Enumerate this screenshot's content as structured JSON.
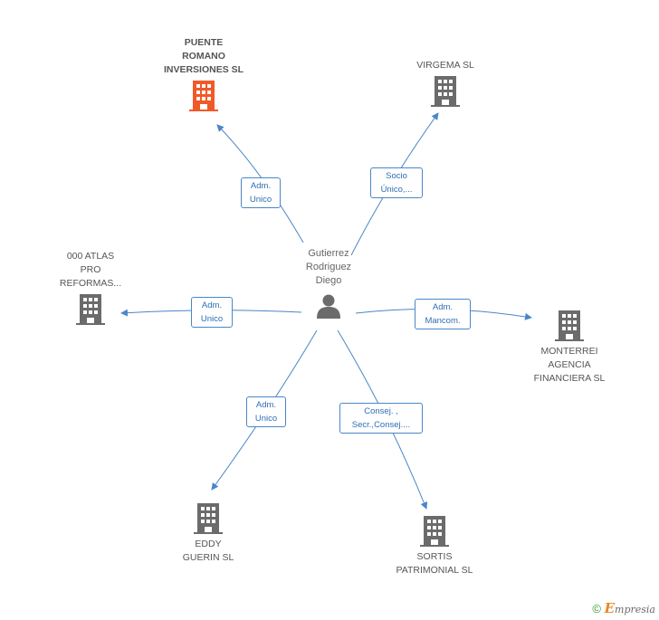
{
  "center": {
    "label": "Gutierrez\nRodriguez\nDiego",
    "icon": "person-icon"
  },
  "companies": [
    {
      "id": "puente",
      "label": "PUENTE\nROMANO\nINVERSIONES SL",
      "highlight": true
    },
    {
      "id": "virgema",
      "label": "VIRGEMA  SL",
      "highlight": false
    },
    {
      "id": "atlas",
      "label": "000 ATLAS\nPRO\nREFORMAS...",
      "highlight": false
    },
    {
      "id": "monterrei",
      "label": "MONTERREI\nAGENCIA\nFINANCIERA  SL",
      "highlight": false
    },
    {
      "id": "eddy",
      "label": "EDDY\nGUERIN SL",
      "highlight": false
    },
    {
      "id": "sortis",
      "label": "SORTIS\nPATRIMONIAL SL",
      "highlight": false
    }
  ],
  "roles": [
    {
      "target": "puente",
      "label": "Adm.\nUnico"
    },
    {
      "target": "virgema",
      "label": "Socio\nÚnico,..."
    },
    {
      "target": "atlas",
      "label": "Adm.\nUnico"
    },
    {
      "target": "monterrei",
      "label": "Adm.\nMancom."
    },
    {
      "target": "eddy",
      "label": "Adm.\nUnico"
    },
    {
      "target": "sortis",
      "label": "Consej. ,\nSecr.,Consej...."
    }
  ],
  "colors": {
    "edge": "#4a86c8",
    "highlight_icon": "#f05a28",
    "icon": "#6b6b6b"
  },
  "footer": {
    "copyright": "©",
    "brand_initial": "E",
    "brand_rest": "mpresia"
  }
}
